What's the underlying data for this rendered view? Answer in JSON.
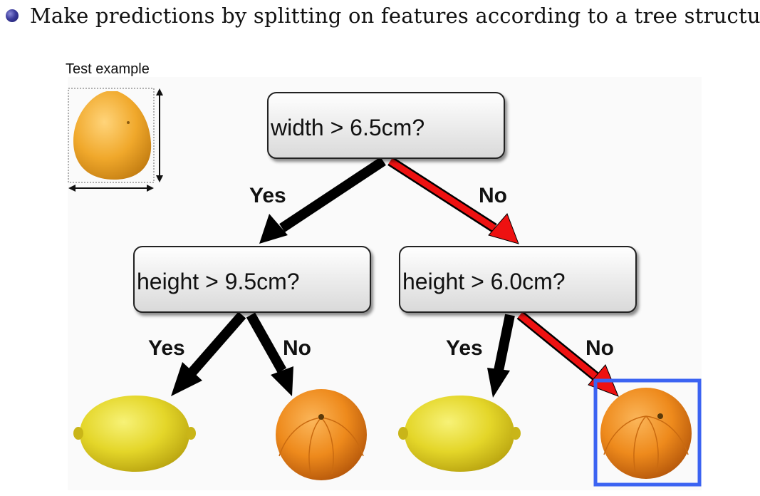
{
  "intro": {
    "bullet_text": "Make predictions by splitting on features according to a tree structure."
  },
  "test_example": {
    "label": "Test example"
  },
  "tree": {
    "root": {
      "question": "width > 6.5cm?"
    },
    "left": {
      "question": "height > 9.5cm?"
    },
    "right": {
      "question": "height > 6.0cm?"
    },
    "edge_labels": {
      "root_yes": "Yes",
      "root_no": "No",
      "left_yes": "Yes",
      "left_no": "No",
      "right_yes": "Yes",
      "right_no": "No"
    },
    "leaves": [
      "lemon",
      "orange",
      "lemon",
      "orange"
    ],
    "highlighted_leaf": "orange"
  },
  "colors": {
    "path_highlight": "#ee1111",
    "edge_default": "#000000",
    "selection_box": "#3b63f2",
    "bullet": "#2c2c8a"
  }
}
